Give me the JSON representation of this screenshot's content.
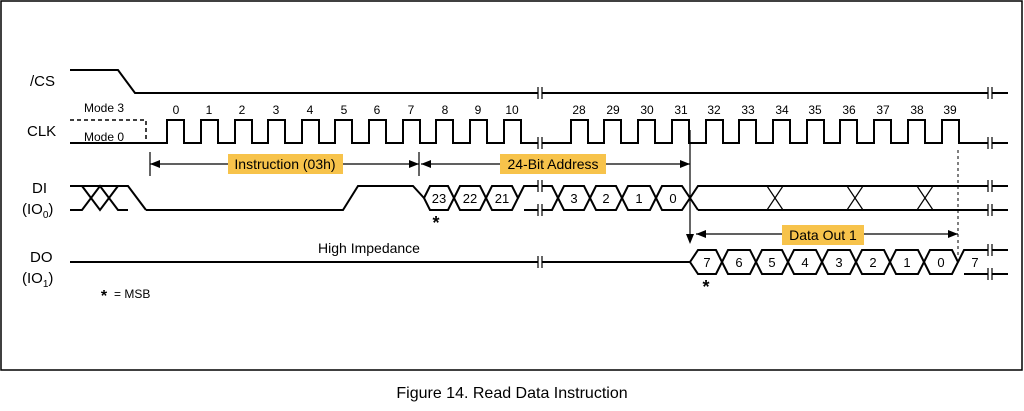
{
  "caption": "Figure 14. Read Data Instruction",
  "signals": {
    "cs": "/CS",
    "clk": "CLK",
    "di": "DI",
    "di_sub": "(IO",
    "di_idx": "0",
    "do": "DO",
    "do_sub": "(IO",
    "do_idx": "1",
    "paren_close": ")"
  },
  "modes": {
    "mode3": "Mode 3",
    "mode0": "Mode 0"
  },
  "clock_numbers_a": [
    "0",
    "1",
    "2",
    "3",
    "4",
    "5",
    "6",
    "7",
    "8",
    "9",
    "10"
  ],
  "clock_numbers_b": [
    "28",
    "29",
    "30",
    "31",
    "32",
    "33",
    "34",
    "35",
    "36",
    "37",
    "38",
    "39"
  ],
  "labels": {
    "instruction": "Instruction (03h)",
    "address": "24-Bit Address",
    "data_out": "Data Out 1",
    "high_impedance": "High Impedance",
    "msb_legend": "= MSB",
    "star": "*"
  },
  "di_bits_a": [
    "23",
    "22",
    "21"
  ],
  "di_bits_b": [
    "3",
    "2",
    "1",
    "0"
  ],
  "do_bits": [
    "7",
    "6",
    "5",
    "4",
    "3",
    "2",
    "1",
    "0",
    "7"
  ],
  "colors": {
    "highlight": "#f7c34b",
    "line": "#000000"
  }
}
